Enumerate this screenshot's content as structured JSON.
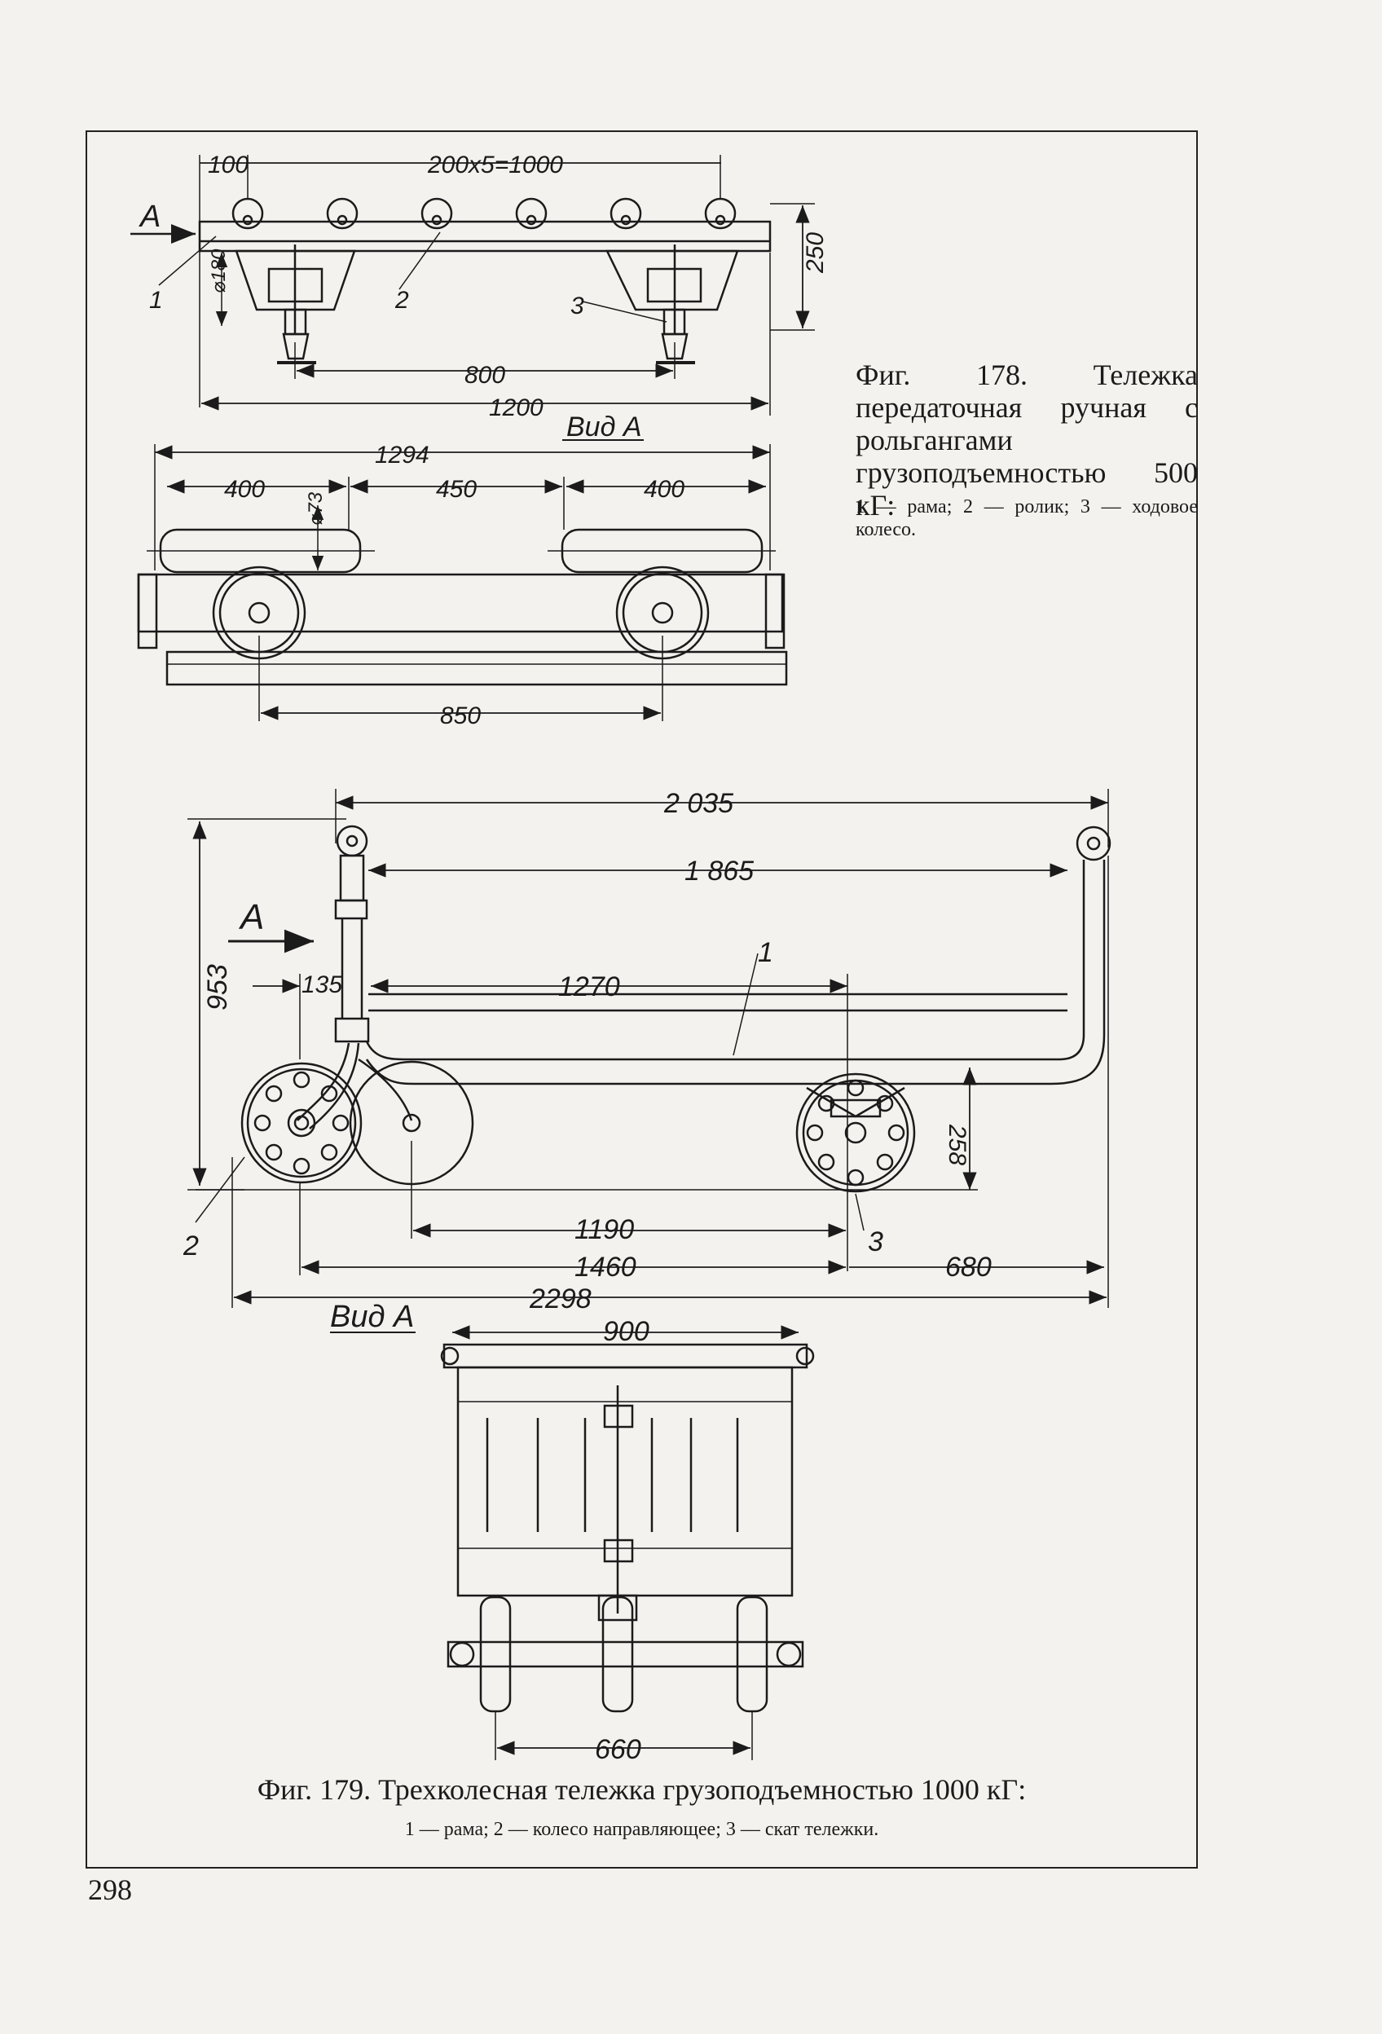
{
  "page_number": "298",
  "fig178": {
    "caption": "Фиг. 178. Тележка передаточная ручная с рольгангами грузоподъемностью 500 кГ:",
    "legend": "1 — рама; 2 — ролик; 3 — ходовое колесо.",
    "view_arrow": "A",
    "view_label": "Вид А",
    "dims": {
      "d100": "100",
      "d200x5": "200x5=1000",
      "d250": "250",
      "d180": "⌀180",
      "d800": "800",
      "d1200": "1200",
      "d1294": "1294",
      "d400a": "400",
      "d450": "450",
      "d400b": "400",
      "d73": "⌀73",
      "d850": "850"
    },
    "callouts": [
      "1",
      "2",
      "3"
    ]
  },
  "fig179": {
    "caption": "Фиг. 179. Трехколесная тележка грузоподъемностью 1000 кГ:",
    "legend": "1 — рама; 2 — колесо направляющее; 3 — скат тележки.",
    "view_arrow": "A",
    "view_label": "Вид А",
    "dims": {
      "d2035": "2 035",
      "d1865": "1 865",
      "d953": "953",
      "d135": "135",
      "d1270": "1270",
      "d258": "258",
      "d1190": "1190",
      "d1460": "1460",
      "d680": "680",
      "d2298": "2298",
      "d900": "900",
      "d660": "660"
    },
    "callouts": [
      "1",
      "2",
      "3"
    ]
  }
}
